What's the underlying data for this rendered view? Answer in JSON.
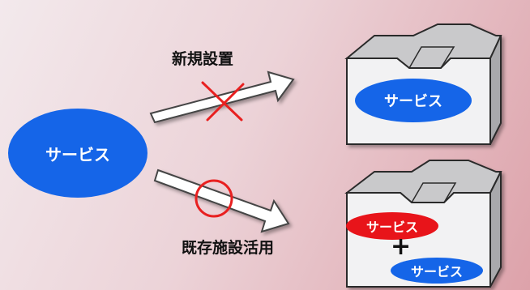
{
  "source": {
    "label": "サービス"
  },
  "new_build": {
    "label": "新規設置",
    "status": "rejected"
  },
  "reuse": {
    "label": "既存施設活用",
    "status": "selected"
  },
  "top_facility": {
    "service_label": "サービス"
  },
  "bottom_facility": {
    "existing_service_label": "サービス",
    "plus_symbol": "+",
    "added_service_label": "サービス"
  },
  "colors": {
    "service_blue": "#1565e8",
    "existing_red": "#e8141a",
    "mark_red": "#e82020",
    "box_face": "#f2f2f3",
    "box_top": "#c9c9cb",
    "box_side": "#a9a9ac"
  }
}
